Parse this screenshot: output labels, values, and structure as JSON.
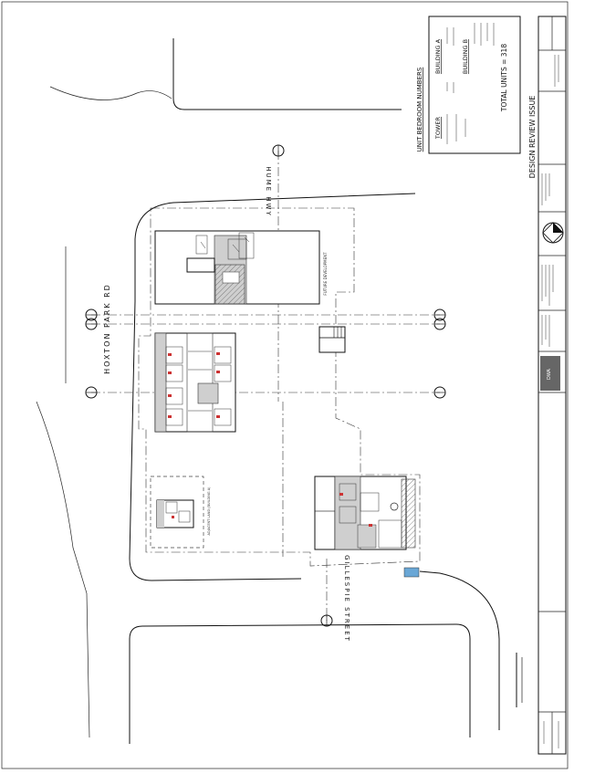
{
  "streets": {
    "hoxton_park": "HOXTON PARK RD",
    "hume_hwy": "HUME HWY",
    "gillespie": "GILLESPIE STREET"
  },
  "schedule": {
    "title": "UNIT BEDROOM NUMBERS",
    "tower_header": "TOWER",
    "building_a_header": "BUILDING A",
    "building_b_header": "BUILDING B",
    "total": "TOTAL UNITS = 318"
  },
  "sheet": {
    "issue": "DESIGN REVIEW ISSUE"
  },
  "plan_labels": {
    "future_dev": "FUTURE DEVELOPMENT",
    "adjacent": "ADJACENT LAND (BUILDING A)"
  },
  "grid_marker_icon": "circle-grid-bubble",
  "north_icon": "north-arrow"
}
